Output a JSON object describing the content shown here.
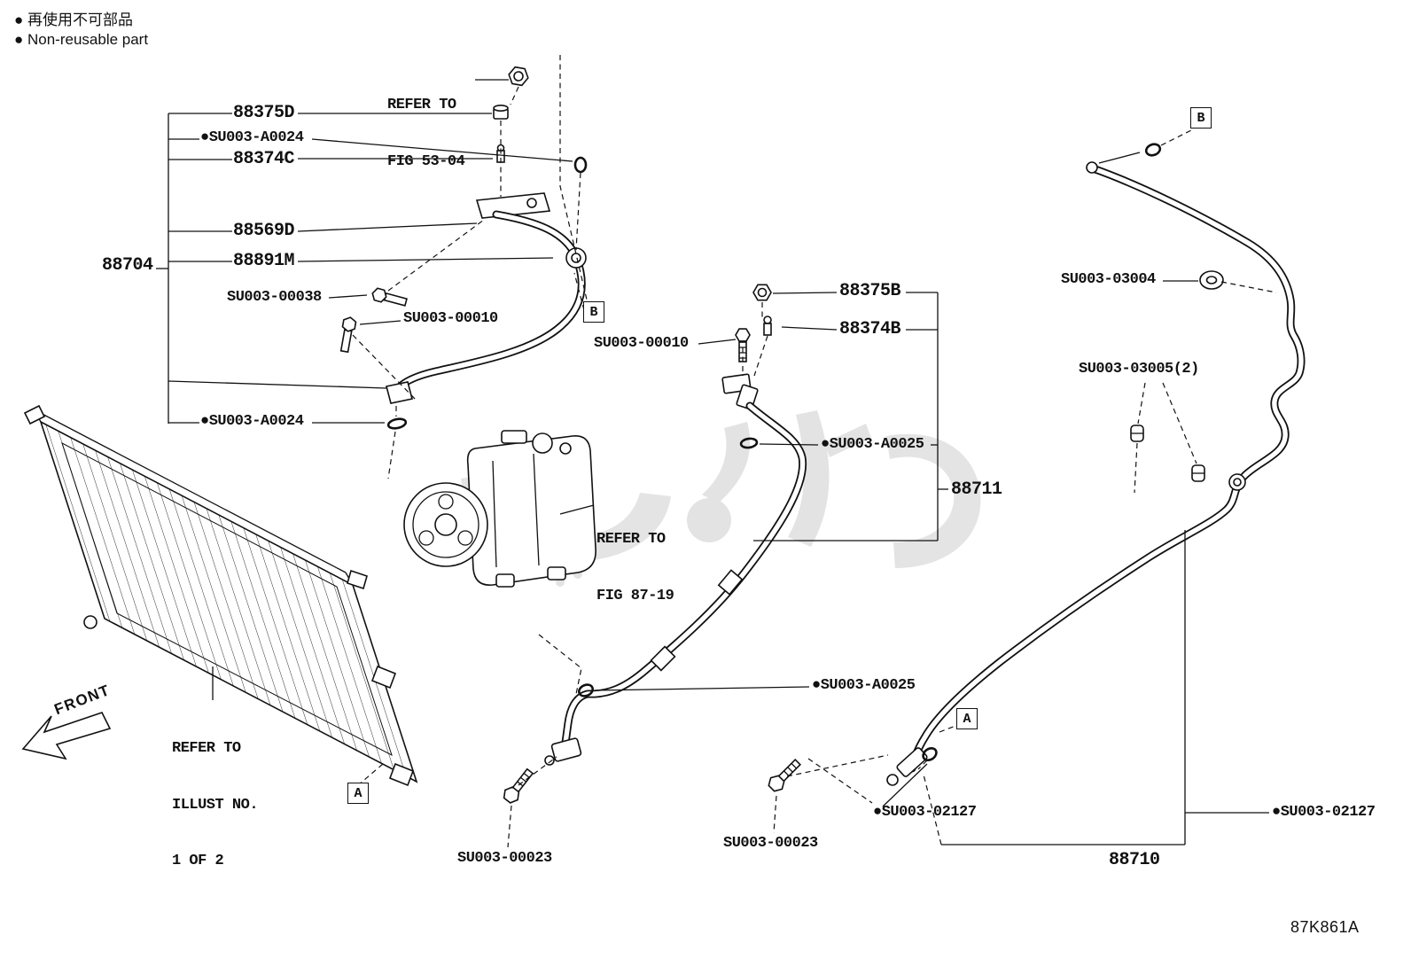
{
  "notes": {
    "jp": "● 再使用不可部品",
    "en": "● Non-reusable part"
  },
  "refs": {
    "fig5304": [
      "REFER TO",
      "FIG 53-04"
    ],
    "fig8719": [
      "REFER TO",
      "FIG 87-19"
    ],
    "illust": [
      "REFER TO",
      "ILLUST NO.",
      "1 OF 2"
    ]
  },
  "parts": {
    "n88704": "88704",
    "n88375D": "88375D",
    "n88374C": "88374C",
    "n88569D": "88569D",
    "n88891M": "88891M",
    "n88375B": "88375B",
    "n88374B": "88374B",
    "n88711": "88711",
    "n88710": "88710"
  },
  "codes": {
    "su00300038": "SU003-00038",
    "su00300010": "SU003-00010",
    "su00300023": "SU003-00023",
    "su00303004": "SU003-03004",
    "su00303005": "SU003-03005(2)",
    "su003a0024": "●SU003-A0024",
    "su003a0025": "●SU003-A0025",
    "su00302127": "●SU003-02127"
  },
  "connectors": {
    "A": "A",
    "B": "B"
  },
  "front_label": "FRONT",
  "drawing_code": "87K861A"
}
